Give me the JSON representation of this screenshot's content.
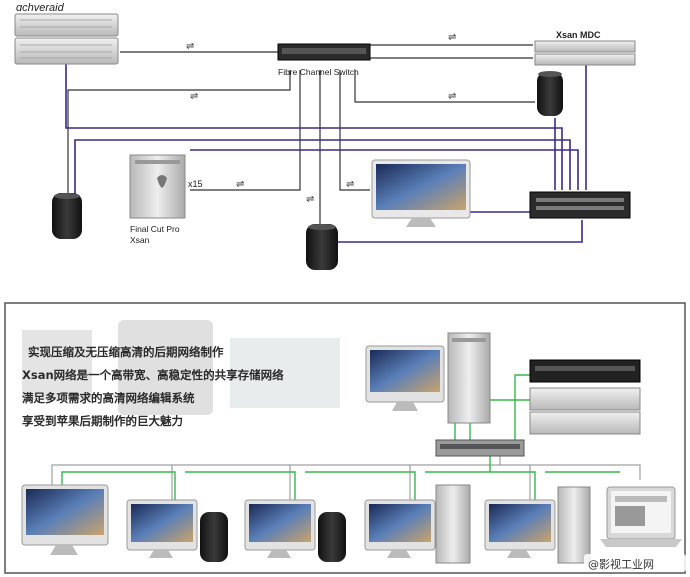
{
  "top": {
    "brand_left": "ɑchveraid",
    "xsan_mdc": "Xsan MDC",
    "switch_label": "Fibre Channel Switch",
    "xcount": "x15",
    "client_line1": "Final Cut Pro",
    "client_line2": "Xsan",
    "arrow_glyph": "⇌"
  },
  "bottom": {
    "lines": [
      "实现压缩及无压缩高清的后期网络制作",
      "Xsan网络是一个高带宽、高稳定性的共享存储网络",
      "满足多项需求的高清网络编辑系统",
      "享受到苹果后期制作的巨大魅力"
    ]
  },
  "watermark": "@影视工业网",
  "colors": {
    "fibre_line": "#3b2a8a",
    "ethernet_line": "#35b84a",
    "border": "#555555"
  }
}
